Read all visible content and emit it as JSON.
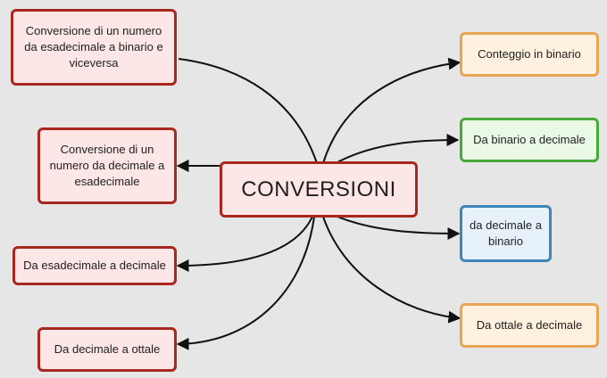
{
  "center": {
    "label": "CONVERSIONI"
  },
  "nodes": {
    "hex_bin": "Conversione di un numero da esadecimale a binario e viceversa",
    "dec_hex": "Conversione di un numero da decimale a esadecimale",
    "hex_dec": "Da esadecimale a decimale",
    "dec_oct": "Da decimale a ottale",
    "count_bin": "Conteggio in binario",
    "bin_dec": "Da binario a decimale",
    "dec_bin": "da decimale a binario",
    "oct_dec": "Da ottale a decimale"
  },
  "colors": {
    "background": "#e6e6e6",
    "red": "#a8271f",
    "orange": "#e8a654",
    "green": "#47a83b",
    "blue": "#3f86b8",
    "edge": "#111111"
  }
}
